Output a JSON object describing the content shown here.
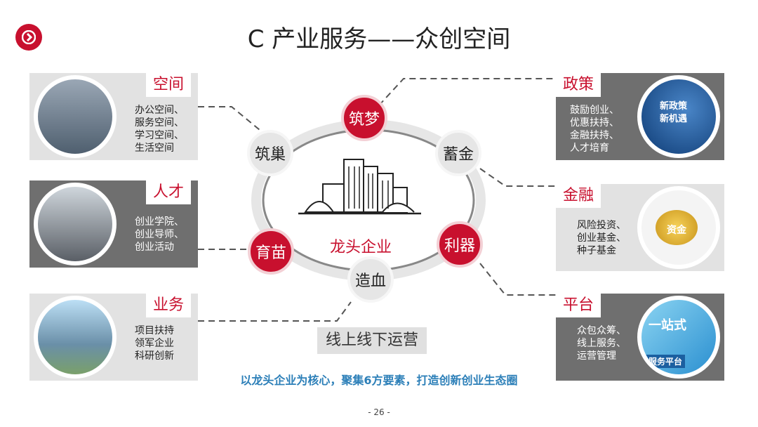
{
  "title": "C 产业服务——众创空间",
  "center": "龙头企业",
  "nodes": {
    "zhumeng": "筑梦",
    "zhuchao": "筑巢",
    "xujin": "蓄金",
    "yumiao": "育苗",
    "liqi": "利器",
    "zaoxue": "造血"
  },
  "left_cards": [
    {
      "tag": "空间",
      "items": [
        "办公空间、",
        "服务空间、",
        "学习空间、",
        "生活空间"
      ]
    },
    {
      "tag": "人才",
      "items": [
        "创业学院、",
        "创业导师、",
        "创业活动"
      ]
    },
    {
      "tag": "业务",
      "items": [
        "项目扶持",
        "领军企业",
        "科研创新"
      ]
    }
  ],
  "right_cards": [
    {
      "tag": "政策",
      "items": [
        "鼓励创业、",
        "优惠扶持、",
        "金融扶持、",
        "人才培育"
      ],
      "photo_text": [
        "新政策",
        "新机遇"
      ]
    },
    {
      "tag": "金融",
      "items": [
        "风险投资、",
        "创业基金、",
        "种子基金"
      ],
      "photo_text": [
        "资金"
      ]
    },
    {
      "tag": "平台",
      "items": [
        "众包众筹、",
        "线上服务、",
        "运营管理"
      ],
      "photo_text": [
        "一站式",
        "服务平台"
      ]
    }
  ],
  "online_label": "线上线下运营",
  "bottom_note": "以龙头企业为核心，聚集6方要素，打造创新创业生态圈",
  "page_number": "- 26 -",
  "colors": {
    "accent": "#c8102e",
    "grey_card": "#e2e2e2",
    "dark_card": "#6f6f6f",
    "note": "#2c7fb8"
  }
}
